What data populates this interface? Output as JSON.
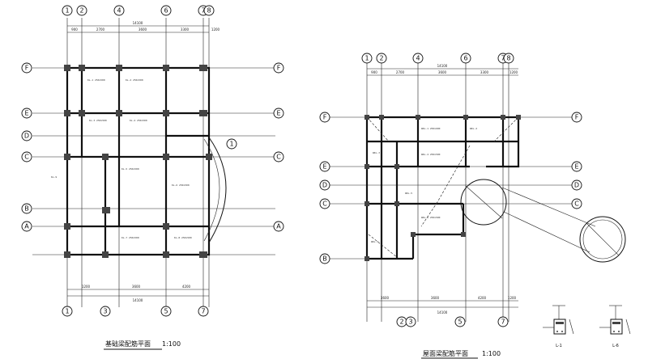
{
  "left_plan": {
    "title": "基础梁配筋平面",
    "scale": "1:100",
    "top_axes": [
      "1",
      "2",
      "4",
      "6",
      "7",
      "8"
    ],
    "bottom_axes": [
      "1",
      "3",
      "5",
      "7"
    ],
    "left_axes": [
      "F",
      "E",
      "D",
      "C",
      "B",
      "A"
    ],
    "top_dims": [
      "900",
      "2700",
      "3600",
      "3300",
      "1200"
    ],
    "top_total": "14100",
    "bottom_dims": [
      "1200",
      "3600",
      "4200"
    ],
    "bottom_total": "14100",
    "right_axis_label": "1"
  },
  "right_plan": {
    "title": "屋面梁配筋平面",
    "scale": "1:100",
    "top_axes": [
      "1",
      "2",
      "4",
      "6",
      "7",
      "8"
    ],
    "bottom_axes": [
      "2",
      "3",
      "5",
      "7"
    ],
    "left_axes": [
      "F",
      "E",
      "D",
      "C",
      "B"
    ],
    "top_dims": [
      "900",
      "2700",
      "3600",
      "3300",
      "1200"
    ],
    "top_total": "14100",
    "bottom_dims": [
      "3600",
      "3600",
      "4200",
      "1200"
    ],
    "bottom_total": "14100"
  },
  "sections": [
    {
      "label": "L-1"
    },
    {
      "label": "L-6"
    }
  ]
}
